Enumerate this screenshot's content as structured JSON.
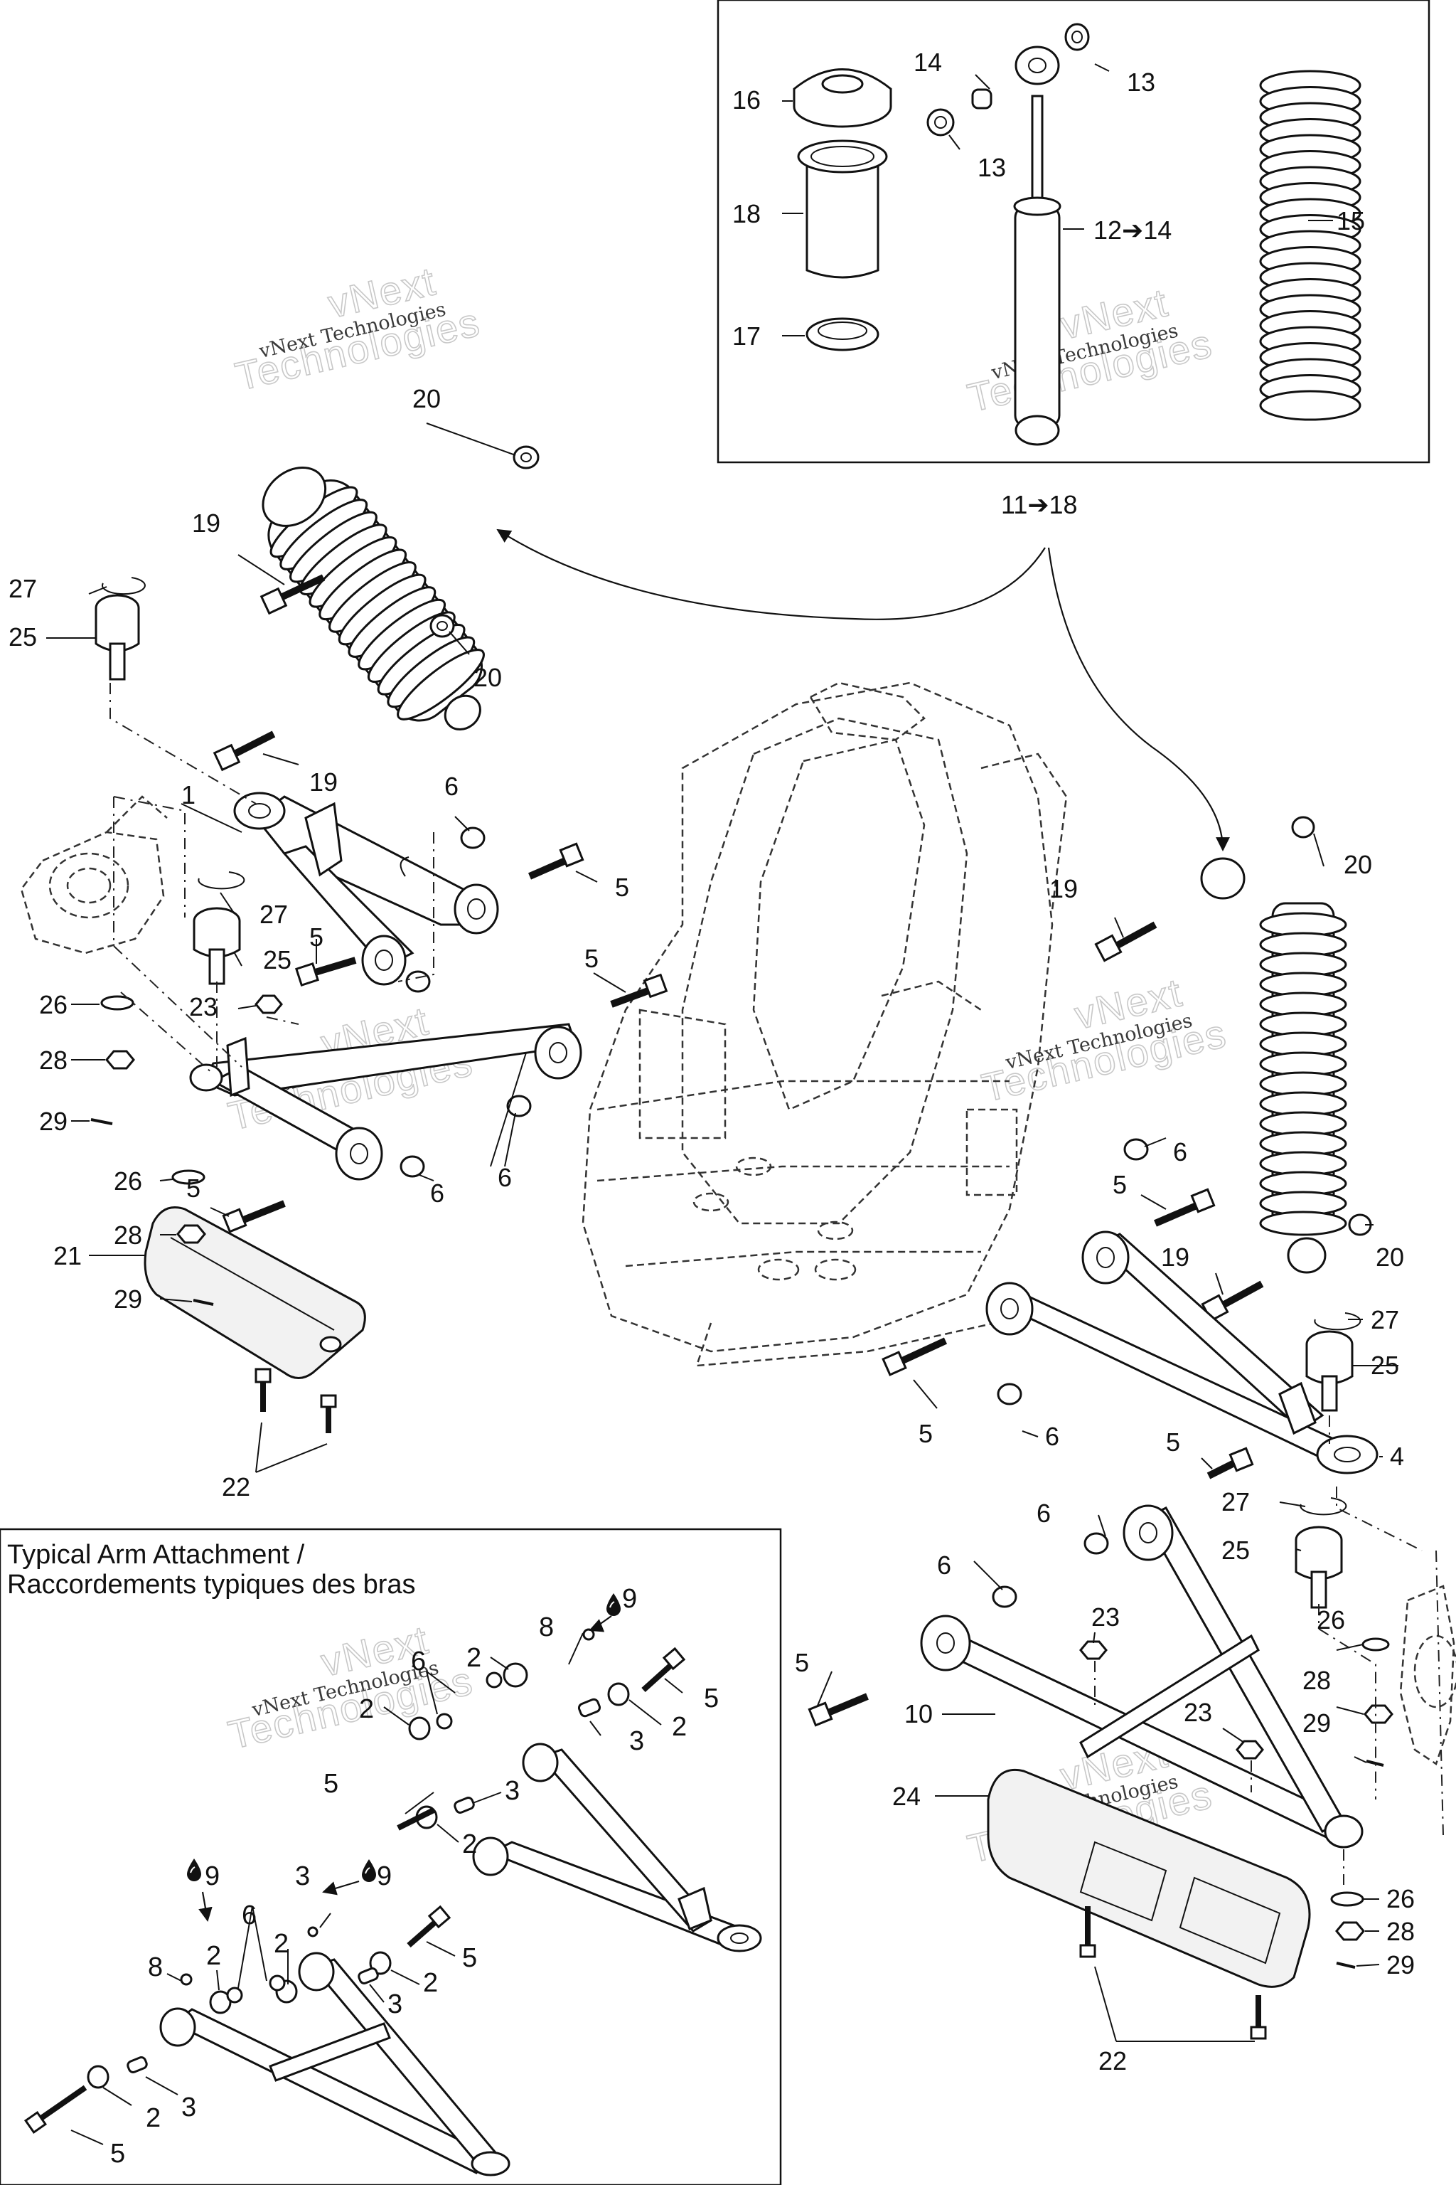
{
  "inset": {
    "title_en": "Typical Arm Attachment /",
    "title_fr": "Raccordements typiques des bras"
  },
  "watermark": {
    "small": "vNext Technologies",
    "big_line1": "vNext",
    "big_line2": "Technologies"
  },
  "callouts": {
    "c1": "1",
    "c4": "4",
    "c5": "5",
    "c6": "6",
    "c10": "10",
    "c13": "13",
    "c14": "14",
    "c15": "15",
    "c16": "16",
    "c17": "17",
    "c18": "18",
    "c19": "19",
    "c20": "20",
    "c21": "21",
    "c22": "22",
    "c23": "23",
    "c24": "24",
    "c25": "25",
    "c26": "26",
    "c27": "27",
    "c28": "28",
    "c29": "29",
    "c12_14": "12➔14",
    "c11_18": "11➔18",
    "i2": "2",
    "i3": "3",
    "i5": "5",
    "i6": "6",
    "i8": "8",
    "i9": "9"
  }
}
